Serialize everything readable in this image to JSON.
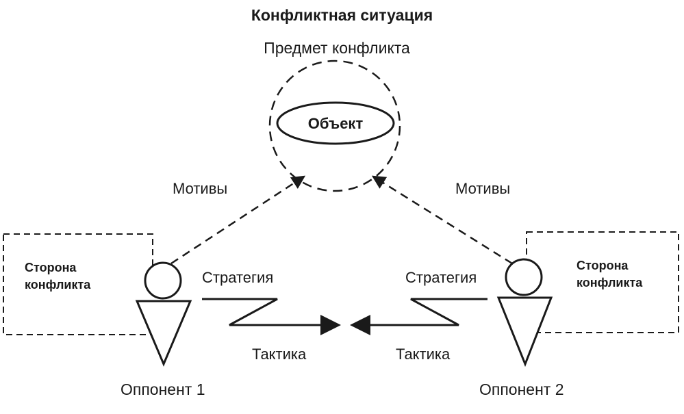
{
  "title": "Конфликтная ситуация",
  "subject_label": "Предмет конфликта",
  "object_label": "Объект",
  "motives_left": "Мотивы",
  "motives_right": "Мотивы",
  "side_left": {
    "line1": "Сторона",
    "line2": "конфликта"
  },
  "side_right": {
    "line1": "Сторона",
    "line2": "конфликта"
  },
  "strategy_left": "Стратегия",
  "strategy_right": "Стратегия",
  "tactics_left": "Тактика",
  "tactics_right": "Тактика",
  "opponent_1": "Оппонент 1",
  "opponent_2": "Оппонент 2",
  "colors": {
    "line": "#1a1a1a",
    "background": "#ffffff"
  }
}
